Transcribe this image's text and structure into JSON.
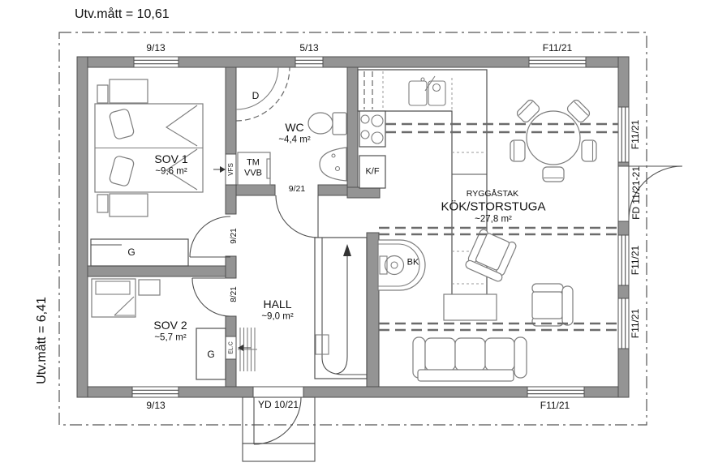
{
  "plan": {
    "dim_width_label": "Utv.mått = 10,61",
    "dim_height_label": "Utv.mått = 6,41"
  },
  "windows": {
    "top_left": "9/13",
    "top_mid": "5/13",
    "top_right": "F11/21",
    "right_top": "F11/21",
    "right_door": "FD 11/21-21",
    "right_mid": "F11/21",
    "right_bottom": "F11/21",
    "bottom_left": "9/13",
    "entry_door": "YD 10/21",
    "bottom_right": "F11/21"
  },
  "doors": {
    "wc_door": "9/21",
    "sov1_door": "9/21",
    "sov2_door": "8/21"
  },
  "rooms": {
    "sov1": {
      "name": "SOV 1",
      "area": "~9,6 m²"
    },
    "wc": {
      "name": "WC",
      "area": "~4,4 m²"
    },
    "kitchen": {
      "roof_note": "RYGGÅSTAK",
      "name": "KÖK/STORSTUGA",
      "area": "~27,8 m²"
    },
    "hall": {
      "name": "HALL",
      "area": "~9,0 m²"
    },
    "sov2": {
      "name": "SOV 2",
      "area": "~5,7 m²"
    }
  },
  "fixtures": {
    "shower": "D",
    "washing_machine": "TM",
    "water_heater": "VVB",
    "fridge_freezer": "K/F",
    "wood_stove": "BK",
    "wardrobe_sov1": "G",
    "wardrobe_sov2": "G",
    "ventilation": "VFS",
    "electrical_cabinet": "EL.C"
  },
  "colors": {
    "wall": "#949494",
    "line": "#4f4f4f",
    "background": "#ffffff"
  }
}
